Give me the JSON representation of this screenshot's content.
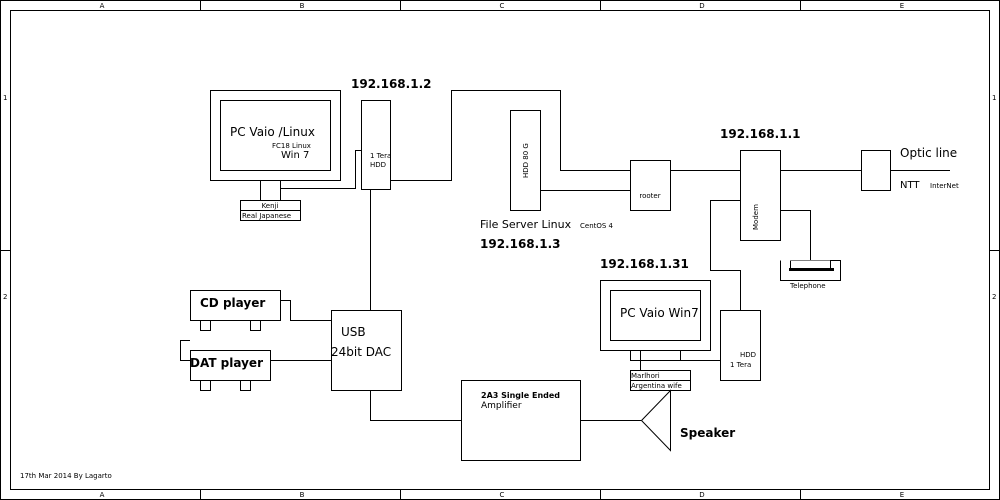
{
  "frame": {
    "columns": [
      "A",
      "B",
      "C",
      "D",
      "E"
    ],
    "rows": [
      "1",
      "2"
    ]
  },
  "pc_linux": {
    "title": "PC Vaio /Linux",
    "os1": "FC18 Linux",
    "os2": "Win 7",
    "owner": "Kenji",
    "owner_note": "Real Japanese"
  },
  "hdd_top": {
    "ip": "192.168.1.2",
    "line1": "1 Tera",
    "line2": "HDD"
  },
  "file_server": {
    "disk_label": "HDD 80 G",
    "name": "File Server Linux",
    "os": "CentOS 4",
    "ip": "192.168.1.3"
  },
  "router": {
    "label": "rooter"
  },
  "modem": {
    "label": "Modem",
    "ip": "192.168.1.1"
  },
  "optic": {
    "label": "Optic line",
    "provider": "NTT",
    "note": "InterNet"
  },
  "telephone": {
    "label": "Telephone"
  },
  "pc_win7": {
    "ip": "192.168.1.31",
    "title": "PC Vaio Win7",
    "owner": "Marlhori",
    "owner_note": "Argentina wife"
  },
  "hdd_bottom": {
    "line1": "HDD",
    "line2": "1 Tera"
  },
  "cd_player": {
    "label": "CD player"
  },
  "dat_player": {
    "label": "DAT player"
  },
  "dac": {
    "line1": "USB",
    "line2": "24bit DAC"
  },
  "amplifier": {
    "line1": "2A3 Single Ended",
    "line2": "Amplifier"
  },
  "speaker": {
    "label": "Speaker"
  },
  "footer": {
    "credit": "17th Mar 2014 By Lagarto"
  }
}
